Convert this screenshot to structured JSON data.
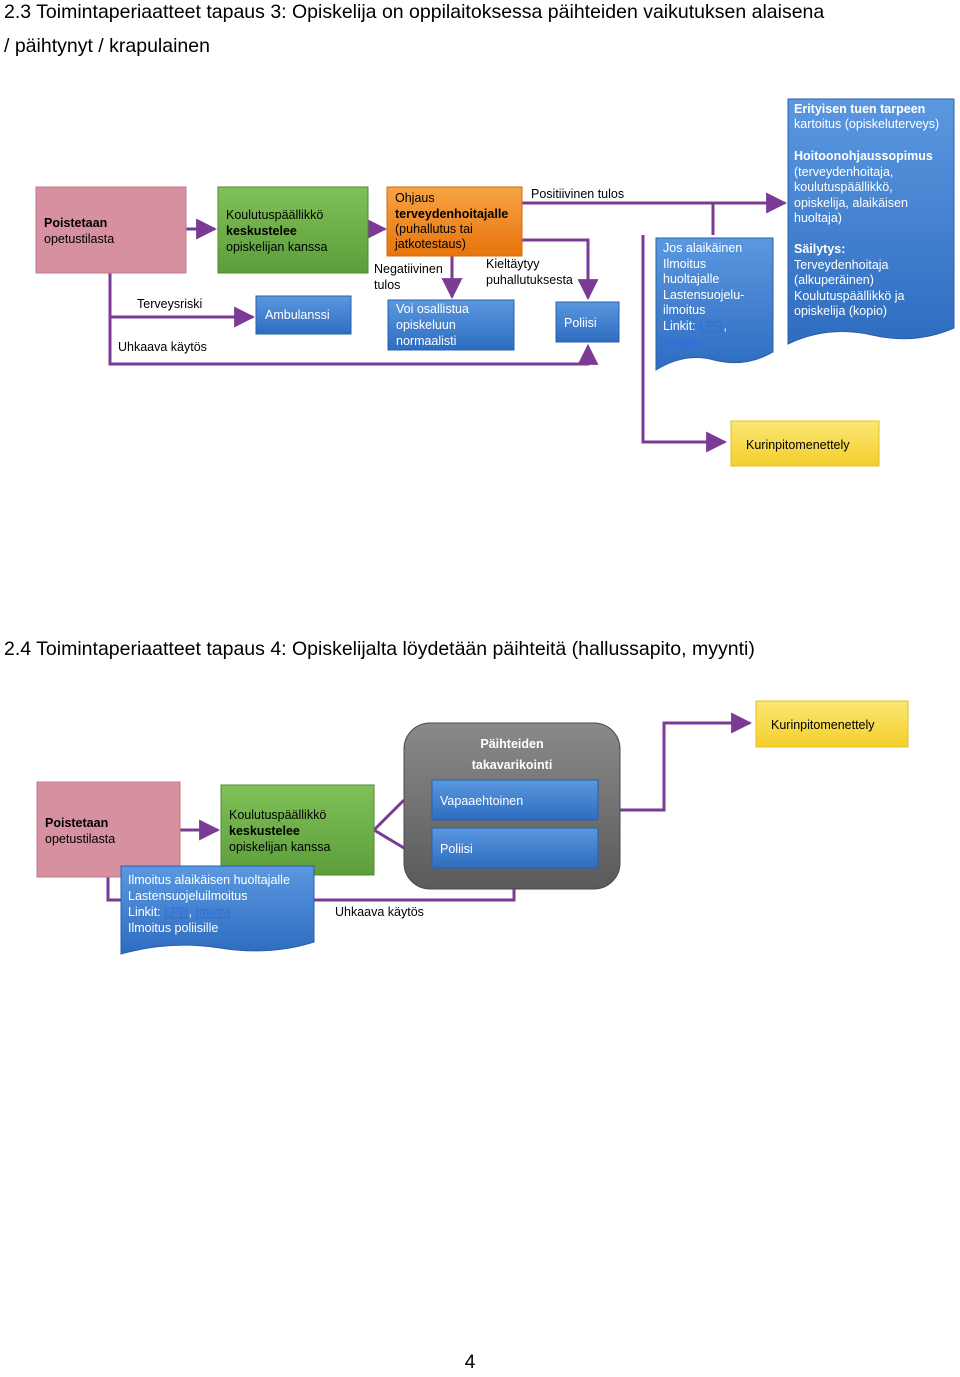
{
  "section3": {
    "title_line1": "2.3 Toimintaperiaatteet tapaus 3: Opiskelija on oppilaitoksessa päihteiden vaikutuksen alaisena",
    "title_line2": "/ päihtynyt / krapulainen",
    "boxes": {
      "poistetaan": [
        "Poistetaan",
        "opetustilasta"
      ],
      "koulutus": [
        "Koulutuspäällikkö",
        "keskustelee",
        "opiskelijan kanssa"
      ],
      "ohjaus": [
        "Ohjaus",
        "terveydenhoitajalle",
        "(puhallutus tai",
        "jatkotestaus)"
      ],
      "ambulanssi": "Ambulanssi",
      "voi_osallistua": [
        "Voi osallistua",
        "opiskeluun",
        "normaalisti"
      ],
      "poliisi": "Poliisi",
      "jos_alaikainen": [
        "Jos alaikäinen",
        "Ilmoitus",
        "huoltajalle",
        "Lastensuojelu-",
        "ilmoitus"
      ],
      "links_prefix": "Linkit: ",
      "link_lpr": "LPR",
      "link_sep": ",",
      "link_imatra": "Imatra",
      "erityisen": [
        "Erityisen tuen tarpeen",
        "kartoitus (opiskeluterveys)"
      ],
      "hoitoohjaus": [
        "Hoitoonohjaussopimus",
        "(terveydenhoitaja,",
        "koulutuspäällikkö,",
        "opiskelija, alaikäisen",
        "huoltaja)"
      ],
      "sailytys": [
        "Säilytys:",
        "Terveydenhoitaja",
        "(alkuperäinen)",
        "Koulutuspäällikkö ja",
        "opiskelija (kopio)"
      ],
      "kurinpito": "Kurinpitomenettely"
    },
    "labels": {
      "positiivinen": "Positiivinen tulos",
      "negatiivinen": [
        "Negatiivinen",
        "tulos"
      ],
      "kieltaytyy": [
        "Kieltäytyy",
        "puhallutuksesta"
      ],
      "terveysriski": "Terveysriski",
      "uhkaava": "Uhkaava käytös"
    }
  },
  "section4": {
    "title": "2.4 Toimintaperiaatteet tapaus 4: Opiskelijalta löydetään päihteitä (hallussapito, myynti)",
    "boxes": {
      "poistetaan": [
        "Poistetaan",
        "opetustilasta"
      ],
      "koulutus": [
        "Koulutuspäällikkö",
        "keskustelee",
        "opiskelijan kanssa"
      ],
      "takavarikointi": [
        "Päihteiden",
        "takavarikointi"
      ],
      "vapaaehtoinen": "Vapaaehtoinen",
      "poliisi": "Poliisi",
      "ilmoitus": [
        "Ilmoitus alaikäisen huoltajalle",
        "Lastensuojeluilmoitus"
      ],
      "links_prefix": "Linkit: ",
      "link_lpr": "LPR",
      "link_sep": ", ",
      "link_imatra": "Imatra",
      "ilmoitus_poliisille": "Ilmoitus poliisille",
      "kurinpito": "Kurinpitomenettely"
    },
    "labels": {
      "uhkaava": "Uhkaava käytös"
    }
  },
  "page_number": "4",
  "colors": {
    "pink": "#d7909f",
    "green": "#6fb04a",
    "orange": "#f08a20",
    "blue": "#3f7fd0",
    "yellow": "#f8dc49",
    "purple": "#7b3b95",
    "gray": "#6d6d6d"
  }
}
